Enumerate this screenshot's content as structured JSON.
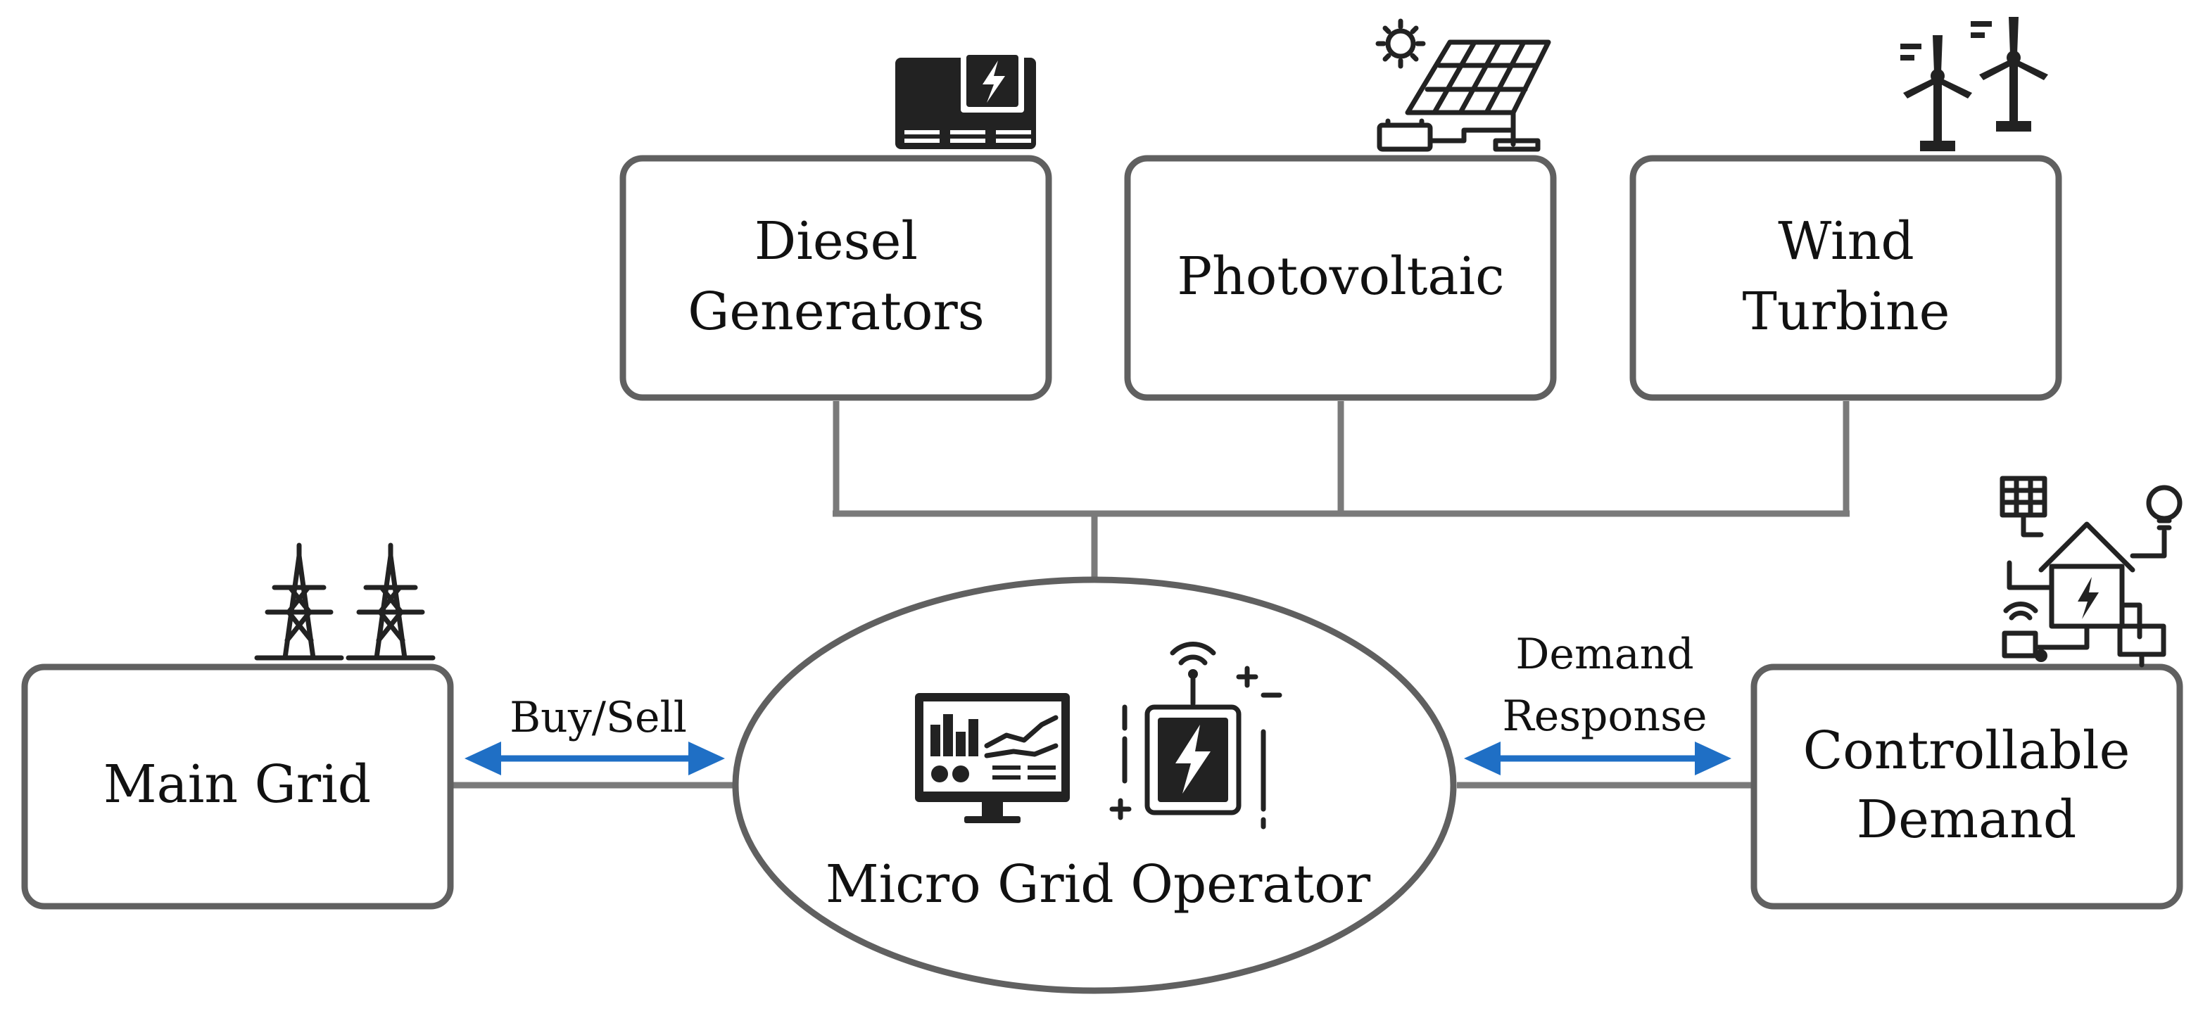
{
  "nodes": {
    "diesel": {
      "line1": "Diesel",
      "line2": "Generators"
    },
    "photovoltaic": {
      "label": "Photovoltaic"
    },
    "wind": {
      "line1": "Wind",
      "line2": "Turbine"
    },
    "main_grid": {
      "label": "Main Grid"
    },
    "controllable_demand": {
      "line1": "Controllable",
      "line2": "Demand"
    },
    "operator": {
      "label": "Micro Grid Operator"
    }
  },
  "edges": {
    "buy_sell": {
      "label": "Buy/Sell"
    },
    "demand_response": {
      "line1": "Demand",
      "line2": "Response"
    }
  },
  "icons": {
    "diesel": "generator-icon",
    "photovoltaic": "solar-panel-icon",
    "wind": "wind-turbine-icon",
    "main_grid": "transmission-tower-icon",
    "controllable_demand": "smart-home-icon",
    "operator_monitor": "monitor-dashboard-icon",
    "operator_battery": "battery-signal-icon"
  },
  "colors": {
    "box_stroke": "#606060",
    "connector": "#7a7a7a",
    "arrow": "#1f6fc5",
    "icon": "#222222"
  }
}
